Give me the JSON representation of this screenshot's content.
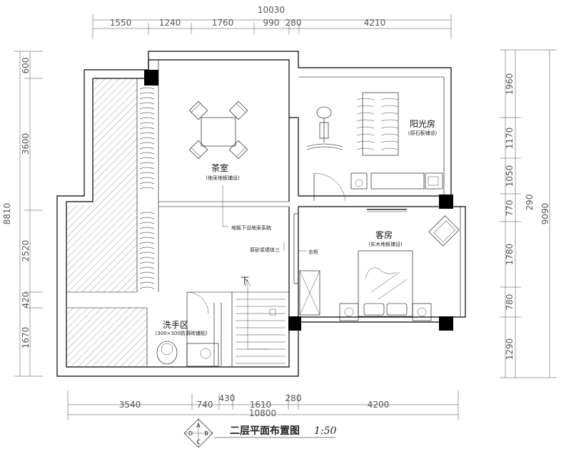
{
  "drawing": {
    "title": "二层平面布置图",
    "scale": "1:50",
    "bubble_letters": [
      "A",
      "B",
      "C",
      "D"
    ]
  },
  "dims": {
    "top_total": "10030",
    "top_segments": [
      "1550",
      "1240",
      "1760",
      "990",
      "280",
      "4210"
    ],
    "bottom_total": "10800",
    "bottom_segments": [
      "3540",
      "740",
      "430",
      "1610",
      "280",
      "4200"
    ],
    "left_total": "8810",
    "left_segments": [
      "600",
      "3600",
      "2520",
      "420",
      "1670"
    ],
    "right_total": "9090",
    "right_segments": [
      "1960",
      "1170",
      "1050",
      "770",
      "1780",
      "780",
      "1290"
    ],
    "right_extra": "290"
  },
  "rooms": {
    "tea_room": {
      "name": "茶室",
      "note": "(地采地板铺设)"
    },
    "sun_room": {
      "name": "阳光房",
      "note": "(原石板铺设)"
    },
    "guest_room": {
      "name": "客房",
      "note": "(实木地板铺设)"
    },
    "wash_area": {
      "name": "洗手区",
      "note": "(300×300防滑砖铺贴)"
    }
  },
  "annotations": {
    "floor_note": "地板下设地采系统",
    "wall_note": "原砂浆墙体三",
    "cabinet_note": "衣柜",
    "stair_label": "下"
  }
}
